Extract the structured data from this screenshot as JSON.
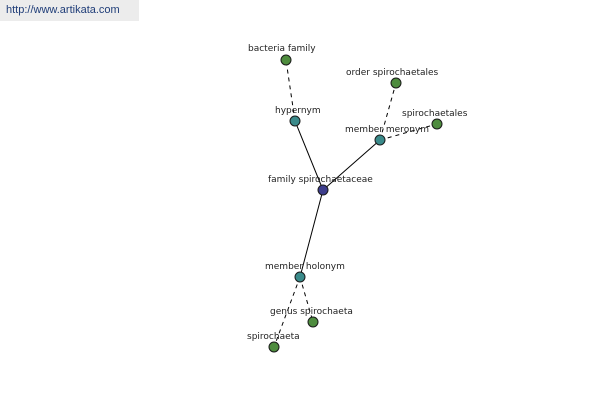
{
  "header": {
    "url_text": "http://www.artikata.com"
  },
  "colors": {
    "center_node": "#3d3d8c",
    "relation_node": "#3a8a8a",
    "leaf_node": "#4e8c3e",
    "edge": "#000000"
  },
  "graph": {
    "nodes": [
      {
        "id": "family",
        "label": "family spirochaetaceae",
        "kind": "center"
      },
      {
        "id": "hypernym",
        "label": "hypernym",
        "kind": "relation"
      },
      {
        "id": "bacteria",
        "label": "bacteria family",
        "kind": "leaf"
      },
      {
        "id": "meronym",
        "label": "member meronym",
        "kind": "relation"
      },
      {
        "id": "order",
        "label": "order spirochaetales",
        "kind": "leaf"
      },
      {
        "id": "spirochaetales",
        "label": "spirochaetales",
        "kind": "leaf"
      },
      {
        "id": "holonym",
        "label": "member holonym",
        "kind": "relation"
      },
      {
        "id": "genus",
        "label": "genus spirochaeta",
        "kind": "leaf"
      },
      {
        "id": "spirochaeta",
        "label": "spirochaeta",
        "kind": "leaf"
      }
    ],
    "edges": [
      {
        "from": "family",
        "to": "hypernym",
        "style": "solid"
      },
      {
        "from": "family",
        "to": "meronym",
        "style": "solid"
      },
      {
        "from": "family",
        "to": "holonym",
        "style": "solid"
      },
      {
        "from": "hypernym",
        "to": "bacteria",
        "style": "dashed"
      },
      {
        "from": "meronym",
        "to": "order",
        "style": "dashed"
      },
      {
        "from": "meronym",
        "to": "spirochaetales",
        "style": "dashed"
      },
      {
        "from": "holonym",
        "to": "genus",
        "style": "dashed"
      },
      {
        "from": "holonym",
        "to": "spirochaeta",
        "style": "dashed"
      }
    ]
  }
}
